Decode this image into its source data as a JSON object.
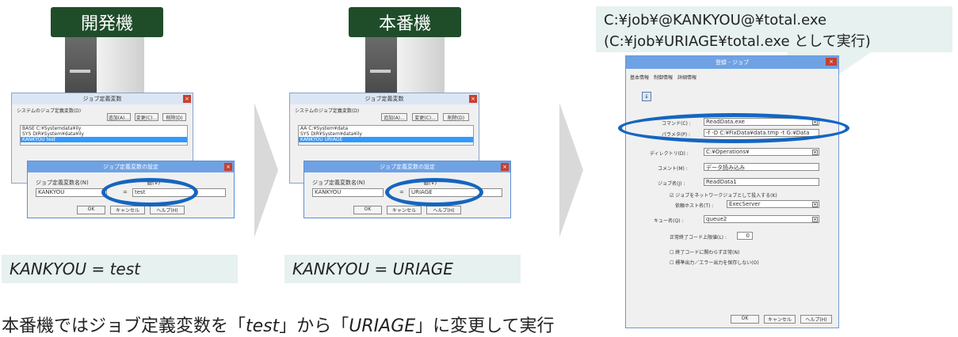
{
  "dev": {
    "title": "開発機",
    "vars_window_title": "ジョブ定義変数",
    "vars_group_label": "システムのジョブ定義変数(D)",
    "btn_add": "追加(A)...",
    "btn_change": "変更(C)...",
    "btn_delete": "削除(D)",
    "list_rows": [
      "BASE C:¥Systemdata¥ily",
      "SYS DIR¥System¥data¥ily",
      "KANKYOU test"
    ],
    "dialog_title": "ジョブ定義変数の設定",
    "name_label": "ジョブ定義変数名(N)",
    "value_label": "値(V)",
    "name_value": "KANKYOU",
    "equals": "=",
    "value_value": "test",
    "ok": "OK",
    "cancel": "キャンセル",
    "help": "ヘルプ(H)",
    "caption": "KANKYOU = test"
  },
  "prod": {
    "title": "本番機",
    "vars_window_title": "ジョブ定義変数",
    "vars_group_label": "システムのジョブ定義変数(D)",
    "btn_add": "追加(A)...",
    "btn_change": "変更(C)...",
    "btn_delete": "削除(D)",
    "list_rows": [
      "AA C:¥System¥data",
      "SYS DIR¥System¥data¥ily",
      "KANKYOU URIAGE"
    ],
    "dialog_title": "ジョブ定義変数の設定",
    "name_label": "ジョブ定義変数名(N)",
    "value_label": "値(V)",
    "name_value": "KANKYOU",
    "equals": "=",
    "value_value": "URIAGE",
    "ok": "OK",
    "cancel": "キャンセル",
    "help": "ヘルプ(H)",
    "caption": "KANKYOU = URIAGE"
  },
  "callout": {
    "line1": "C:¥job¥@KANKYOU@¥total.exe",
    "line2": "(C:¥job¥URIAGE¥total.exe として実行)"
  },
  "job_window": {
    "title": "登録 - ジョブ",
    "tabs": [
      "基本情報",
      "制御情報",
      "詳細情報"
    ],
    "command_label": "コマンド(C) :",
    "command_value": "ReadData.exe",
    "param_label": "パラメタ(P) :",
    "param_value": "-f -D C:¥FixData¥data.tmp -t G:¥Data",
    "dir_label": "ディレクトリ(D) :",
    "dir_value": "C:¥Operations¥",
    "comment_label": "コメント(M) :",
    "comment_value": "データ読み込み",
    "jobname_label": "ジョブ名(J) :",
    "jobname_value": "ReadData1",
    "network_check": "ジョブをネットワークジョブとして投入する(K)",
    "host_label": "依頼ホスト名(T) :",
    "host_value": "ExecServer",
    "queue_label": "キュー名(Q) :",
    "queue_value": "queue2",
    "exit_label": "正常終了コード上限値(L) :",
    "exit_value": "0",
    "check1": "終了コードに関わらず正常(N)",
    "check2": "標準出力／エラー出力を保存しない(O)",
    "ok": "OK",
    "cancel": "キャンセル",
    "help": "ヘルプ(H)"
  },
  "bottom_text_parts": [
    "本番機ではジョブ定義変数を「",
    "test",
    "」から「",
    "URIAGE",
    "」に変更して実行"
  ]
}
